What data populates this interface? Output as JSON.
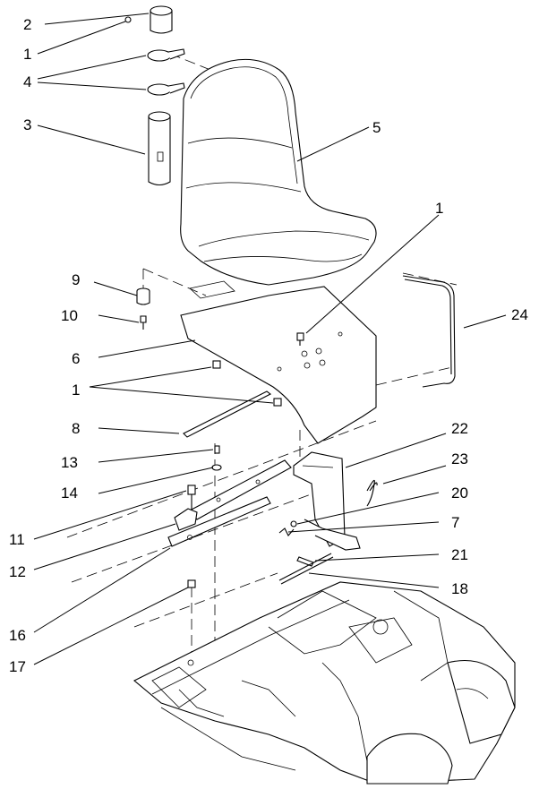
{
  "callouts": {
    "c2": "2",
    "c1_top": "1",
    "c4": "4",
    "c3": "3",
    "c5": "5",
    "c1_right": "1",
    "c9": "9",
    "c24": "24",
    "c10": "10",
    "c6": "6",
    "c1_mid": "1",
    "c8": "8",
    "c22": "22",
    "c13": "13",
    "c23": "23",
    "c14": "14",
    "c20": "20",
    "c11": "11",
    "c7": "7",
    "c21": "21",
    "c12": "12",
    "c18": "18",
    "c16": "16",
    "c17": "17"
  }
}
